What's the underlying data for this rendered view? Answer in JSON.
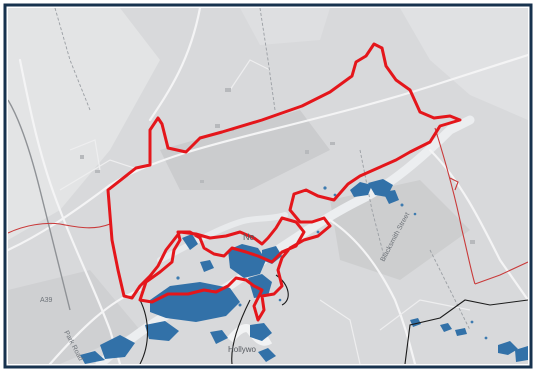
{
  "map": {
    "labels": {
      "village_north": "Ne",
      "village_south": "Hollywo",
      "road_east": "Blacksmith Street",
      "road_south": "Park Road",
      "road_west": "A39"
    },
    "colors": {
      "frame": "#17324e",
      "background": "#d7d8da",
      "lowland": "#cfd0d2",
      "water": "#e9ebee",
      "buildings": "#2f6fa8",
      "boundary": "#e4161b",
      "parish_line": "#c93a3a",
      "admin_line": "#1b1b1b"
    }
  }
}
